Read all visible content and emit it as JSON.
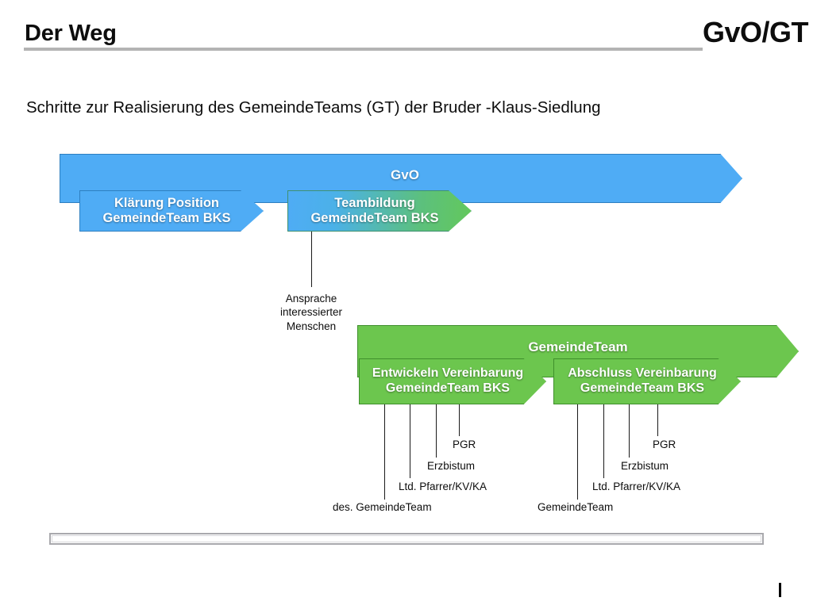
{
  "header": {
    "title": "Der Weg",
    "brand": "GvO/GT"
  },
  "subtitle": "Schritte zur Realisierung des GemeindeTeams (GT) der Bruder -Klaus-Siedlung",
  "colors": {
    "blue": "#4facf5",
    "blue_border": "#2e7fc0",
    "green": "#6cc64e",
    "green_border": "#3f8f2c",
    "rule": "#b3b3b3",
    "text": "#0d0d0d",
    "leader_line": "#1a1a1a",
    "footer_border": "#a9a9ad"
  },
  "phases": [
    {
      "id": "gvo",
      "label": "GvO",
      "color": "blue"
    },
    {
      "id": "gemeindeteam",
      "label": "GemeindeTeam",
      "color": "green"
    }
  ],
  "steps": [
    {
      "id": "klaerung-position",
      "line1": "Klärung Position",
      "line2": "GemeindeTeam BKS",
      "label": "Klärung Position\nGemeindeTeam BKS",
      "color": "blue"
    },
    {
      "id": "teambildung",
      "line1": "Teambildung",
      "line2": "GemeindeTeam BKS",
      "label": "Teambildung\nGemeindeTeam BKS",
      "color": "blue-green-gradient"
    },
    {
      "id": "entwickeln-vereinbarung",
      "line1": "Entwickeln Vereinbarung",
      "line2": "GemeindeTeam BKS",
      "label": "Entwickeln Vereinbarung\nGemeindeTeam BKS",
      "color": "green"
    },
    {
      "id": "abschluss-vereinbarung",
      "line1": "Abschluss Vereinbarung",
      "line2": "GemeindeTeam BKS",
      "label": "Abschluss Vereinbarung\nGemeindeTeam BKS",
      "color": "green"
    }
  ],
  "callouts": {
    "teambildung_note": "Ansprache\ninteressierter\nMenschen",
    "left_group": [
      {
        "id": "des-gemeindeteam",
        "label": "des. GemeindeTeam"
      },
      {
        "id": "ltd-pfarrer-kv-ka",
        "label": "Ltd. Pfarrer/KV/KA"
      },
      {
        "id": "erzbistum",
        "label": "Erzbistum"
      },
      {
        "id": "pgr",
        "label": "PGR"
      }
    ],
    "right_group": [
      {
        "id": "gemeindeteam",
        "label": "GemeindeTeam"
      },
      {
        "id": "ltd-pfarrer-kv-ka",
        "label": "Ltd. Pfarrer/KV/KA"
      },
      {
        "id": "erzbistum",
        "label": "Erzbistum"
      },
      {
        "id": "pgr",
        "label": "PGR"
      }
    ]
  },
  "footer": {
    "page_caret": "I"
  }
}
